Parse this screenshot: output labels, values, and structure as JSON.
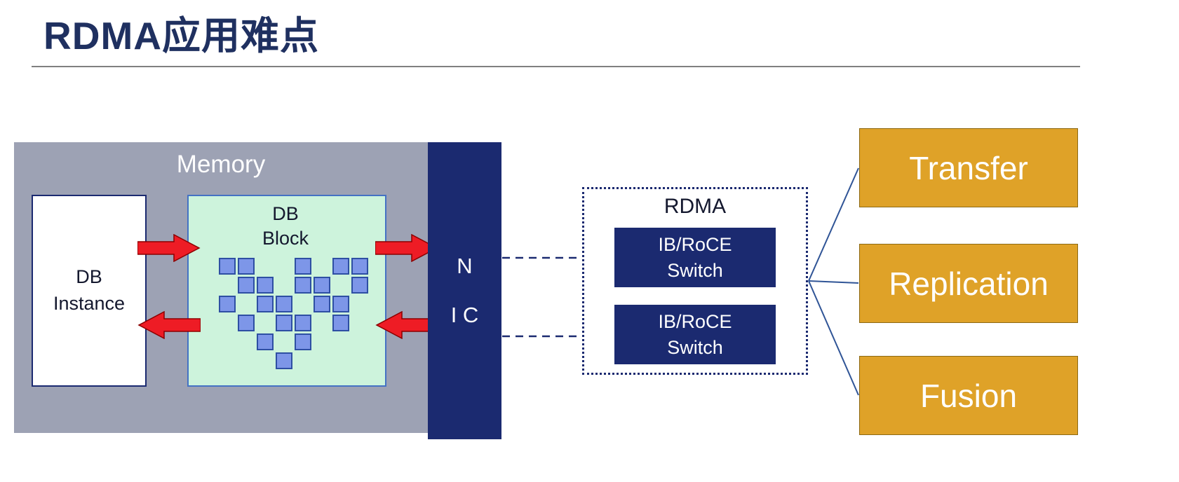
{
  "title": "RDMA应用难点",
  "colors": {
    "title": "#1F3060",
    "rule": "#808080",
    "memory_fill": "#9DA2B4",
    "navy": "#1B2A70",
    "green_fill": "#CDF3DC",
    "blue_border": "#4472C4",
    "square_fill": "#7D96E8",
    "square_border": "#2E4FA3",
    "red": "#EE1C25",
    "red_outline": "#8B0000",
    "orange": "#DFA228",
    "orange_border": "#8C6914",
    "line": "#2F5496"
  },
  "memory": {
    "label": "Memory"
  },
  "db_instance": {
    "line1": "DB",
    "line2": "Instance"
  },
  "db_block": {
    "line1": "DB",
    "line2": "Block",
    "squares": [
      [
        0,
        0
      ],
      [
        1,
        0
      ],
      [
        4,
        0
      ],
      [
        6,
        0
      ],
      [
        7,
        0
      ],
      [
        1,
        1
      ],
      [
        2,
        1
      ],
      [
        4,
        1
      ],
      [
        5,
        1
      ],
      [
        7,
        1
      ],
      [
        0,
        2
      ],
      [
        2,
        2
      ],
      [
        3,
        2
      ],
      [
        5,
        2
      ],
      [
        6,
        2
      ],
      [
        1,
        3
      ],
      [
        3,
        3
      ],
      [
        4,
        3
      ],
      [
        6,
        3
      ],
      [
        2,
        4
      ],
      [
        4,
        4
      ],
      [
        3,
        5
      ]
    ]
  },
  "nic": {
    "line1": "N",
    "line2": "I C"
  },
  "rdma": {
    "label": "RDMA",
    "switches": [
      {
        "line1": "IB/RoCE",
        "line2": "Switch"
      },
      {
        "line1": "IB/RoCE",
        "line2": "Switch"
      }
    ]
  },
  "outcomes": [
    {
      "label": "Transfer"
    },
    {
      "label": "Replication"
    },
    {
      "label": "Fusion"
    }
  ]
}
